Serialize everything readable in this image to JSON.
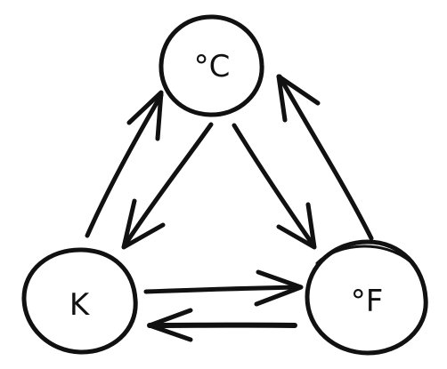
{
  "diagram": {
    "nodes": [
      {
        "id": "celsius",
        "label": "°C"
      },
      {
        "id": "kelvin",
        "label": "K"
      },
      {
        "id": "fahrenheit",
        "label": "°F"
      }
    ],
    "edges": [
      {
        "from": "kelvin",
        "to": "celsius"
      },
      {
        "from": "celsius",
        "to": "kelvin"
      },
      {
        "from": "celsius",
        "to": "fahrenheit"
      },
      {
        "from": "fahrenheit",
        "to": "celsius"
      },
      {
        "from": "kelvin",
        "to": "fahrenheit"
      },
      {
        "from": "fahrenheit",
        "to": "kelvin"
      }
    ],
    "colors": {
      "ink": "#111111",
      "background": "#ffffff"
    }
  }
}
